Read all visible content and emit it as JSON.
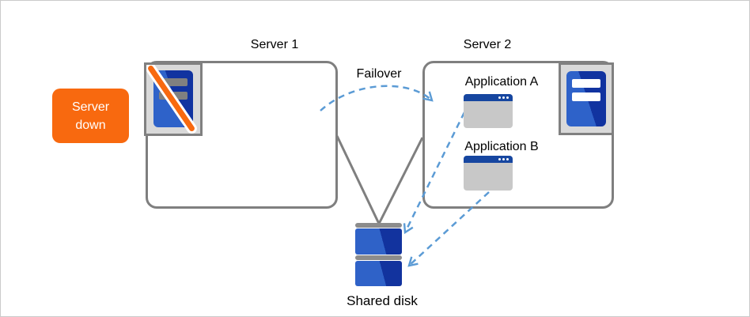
{
  "diagram": {
    "badge": {
      "lines": [
        "Server",
        "down"
      ],
      "bg_color": "#f8690f"
    },
    "server1": {
      "title": "Server 1",
      "status": "down"
    },
    "server2": {
      "title": "Server 2",
      "apps": [
        {
          "label": "Application A"
        },
        {
          "label": "Application B"
        }
      ]
    },
    "failover_label": "Failover",
    "shared_disk_label": "Shared disk",
    "icons": {
      "server1": "server-down-icon",
      "server2": "server-icon",
      "app_window": "app-window-icon",
      "storage": "shared-disk-icon"
    },
    "colors": {
      "accent_orange": "#f8690f",
      "box_border_gray": "#7f7f7f",
      "icon_frame_bg": "#d9d9d9",
      "server_blue_light": "#2e62c9",
      "server_blue_dark": "#1133a0",
      "window_title_blue": "#1646a0",
      "window_body_gray": "#c8c8c8",
      "disk_cap_gray": "#8c8c8c",
      "arrow_blue": "#5b9bd5"
    }
  }
}
